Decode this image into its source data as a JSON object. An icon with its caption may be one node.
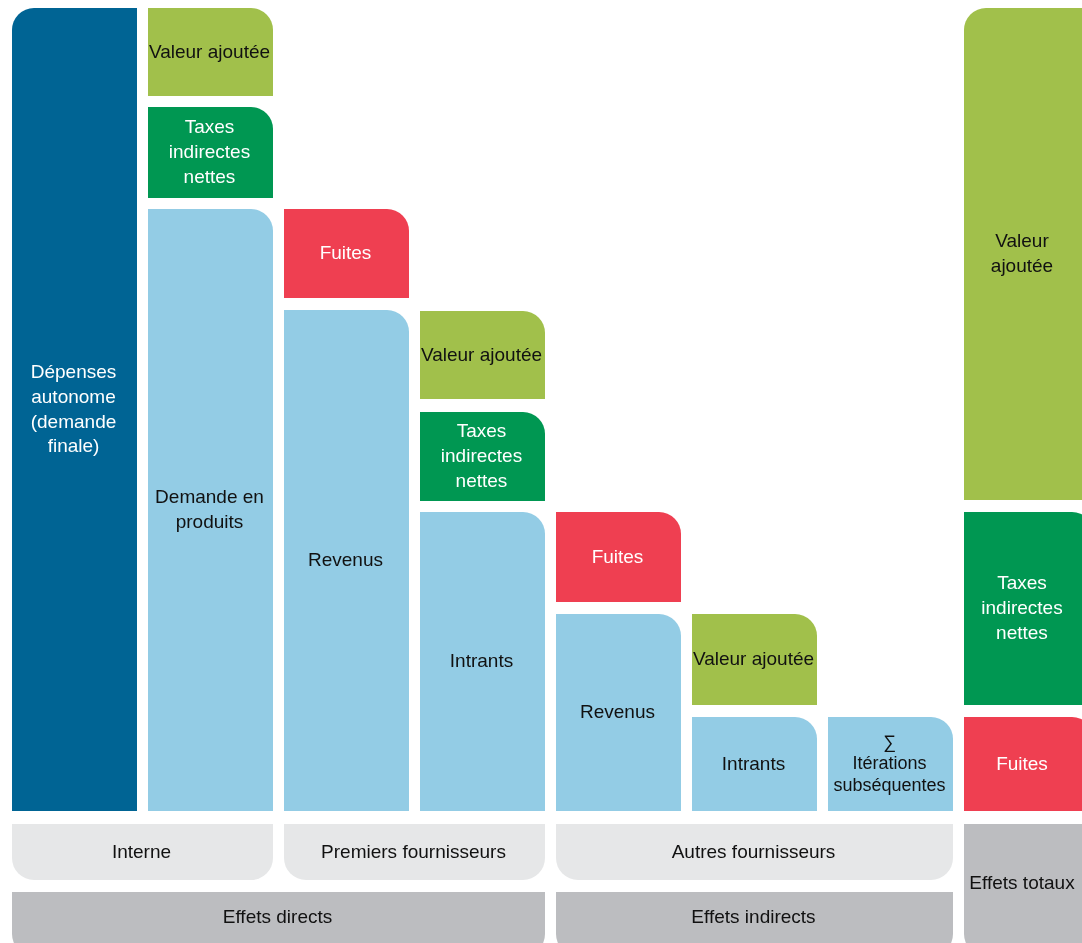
{
  "diagram": {
    "nodes": [
      {
        "text": [
          "Dépenses autonome (demande finale)"
        ]
      },
      {
        "text": [
          "Valeur ajoutée"
        ]
      },
      {
        "text": [
          "Taxes indirectes nettes"
        ]
      },
      {
        "text": [
          "Demande en produits"
        ]
      },
      {
        "text": [
          "Fuites"
        ]
      },
      {
        "text": [
          "Revenus"
        ]
      },
      {
        "text": [
          "Valeur ajoutée"
        ]
      },
      {
        "text": [
          "Taxes indirectes nettes"
        ]
      },
      {
        "text": [
          "Intrants"
        ]
      },
      {
        "text": [
          "Fuites"
        ]
      },
      {
        "text": [
          "Revenus"
        ]
      },
      {
        "text": [
          "Valeur ajoutée"
        ]
      },
      {
        "text": [
          "Intrants"
        ]
      },
      {
        "text": [
          "∑",
          "Itérations subséquentes"
        ]
      },
      {
        "text": [
          "Valeur ajoutée"
        ]
      },
      {
        "text": [
          "Taxes indirectes nettes"
        ]
      },
      {
        "text": [
          "Fuites"
        ]
      },
      {
        "text": [
          "Interne"
        ]
      },
      {
        "text": [
          "Premiers fournisseurs"
        ]
      },
      {
        "text": [
          "Autres fournisseurs"
        ]
      },
      {
        "text": [
          "Effets directs"
        ]
      },
      {
        "text": [
          "Effets indirects"
        ]
      },
      {
        "text": [
          "Effets totaux"
        ]
      }
    ]
  }
}
